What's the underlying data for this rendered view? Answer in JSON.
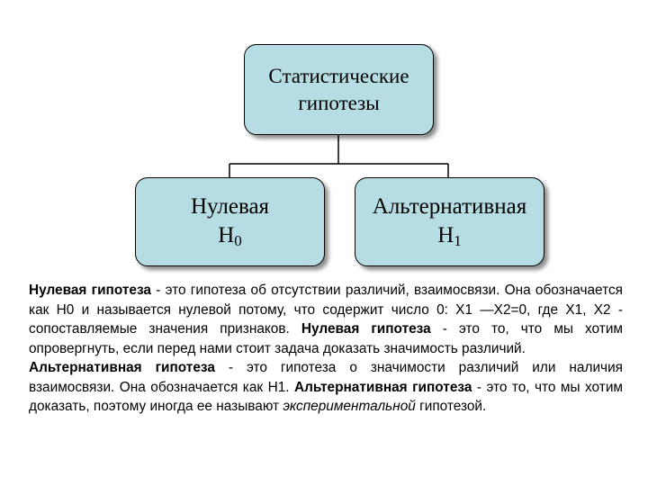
{
  "diagram": {
    "root": {
      "line1": "Статистические",
      "line2": "гипотезы"
    },
    "left": {
      "line1": "Нулевая",
      "symbol": "H",
      "subscript": "0"
    },
    "right": {
      "line1": "Альтернативная",
      "symbol": "H",
      "subscript": "1"
    }
  },
  "text": {
    "p1": {
      "b1": "Нулевая гипотеза",
      "t1": " - это гипотеза об отсутствии различий, взаимосвязи. Она обозначается как Н0 и называется нулевой потому, что содержит число 0: Х1 —Х2=0, где Х1, Х2 - сопоставляемые значения признаков. ",
      "b2": "Нулевая гипотеза",
      "t2": " - это то, что мы хотим опровергнуть, если перед нами стоит задача доказать значимость различий."
    },
    "p2": {
      "b1": "Альтернативная гипотеза",
      "t1": " - это гипотеза о значимости различий или наличия взаимосвязи. Она обозначается как Н1. ",
      "b2": "Альтернативная гипотеза",
      "t2": " - это то, что мы хотим доказать, поэтому иногда ее называют ",
      "i1": "экспериментальной",
      "t3": " гипотезой."
    }
  }
}
